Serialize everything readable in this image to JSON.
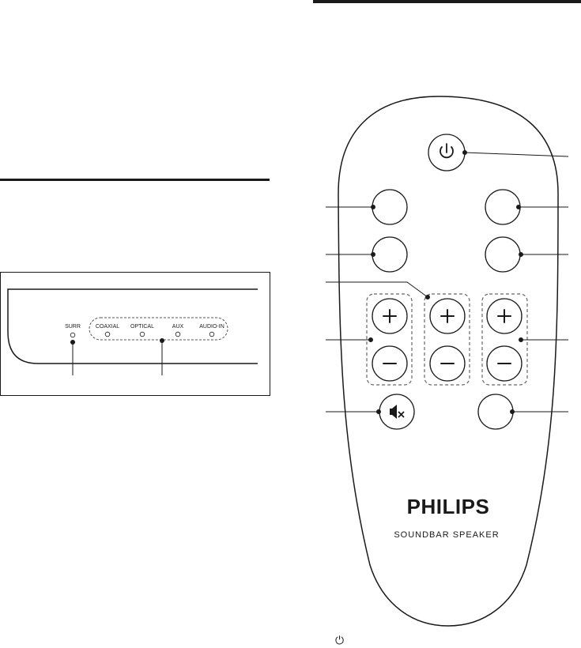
{
  "panel": {
    "surr_label": "SURR",
    "source_labels": [
      "COAXIAL",
      "OPTICAL",
      "AUX",
      "AUDIO-IN"
    ]
  },
  "remote": {
    "power_icon": "power-icon",
    "plus_glyph": "+",
    "minus_glyph": "−",
    "mute_icon": "mute-icon",
    "brand": "PHILIPS",
    "model": "SOUNDBAR SPEAKER"
  },
  "footer": {
    "power_symbol": "⏻"
  }
}
